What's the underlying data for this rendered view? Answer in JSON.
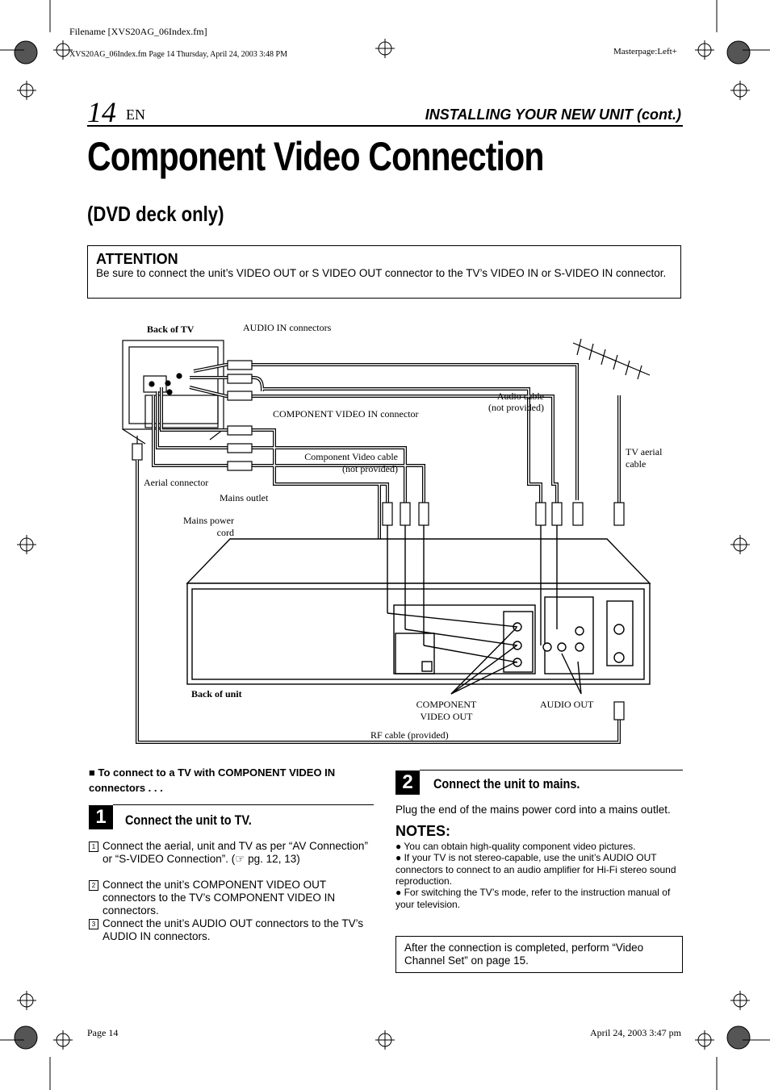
{
  "header": {
    "filename": "Filename [XVS20AG_06Index.fm]",
    "file_info": "XVS20AG_06Index.fm  Page 14  Thursday, April 24, 2003  3:48 PM",
    "masterpage": "Masterpage:Left+",
    "page_number": "14",
    "lang": "EN",
    "section": "INSTALLING YOUR NEW UNIT (cont.)"
  },
  "title": "Component Video Connection",
  "subtitle": "(DVD deck only)",
  "attention": {
    "title": "ATTENTION",
    "text": "Be sure to connect the unit’s VIDEO OUT or S VIDEO OUT connector to the TV’s VIDEO IN or S-VIDEO IN connector."
  },
  "diagram": {
    "back_of_tv": "Back of TV",
    "audio_in": "AUDIO IN connectors",
    "component_in": "COMPONENT VIDEO IN connector",
    "audio_cable": "Audio cable",
    "audio_cable_note": "(not provided)",
    "component_cable": "Component Video cable",
    "component_cable_note": "(not provided)",
    "tv_aerial": "TV aerial",
    "tv_aerial2": "cable",
    "aerial_connector": "Aerial connector",
    "mains_outlet": "Mains outlet",
    "mains_cord": "Mains power",
    "mains_cord2": "cord",
    "back_of_unit": "Back of unit",
    "component_out": "COMPONENT",
    "component_out2": "VIDEO OUT",
    "audio_out": "AUDIO OUT",
    "rf_cable": "RF cable (provided)"
  },
  "instructions": {
    "bullet_head": "To connect to a TV with COMPONENT VIDEO IN connectors . . .",
    "step1_num": "1",
    "step1_title": "Connect the unit to TV.",
    "step1_items": [
      {
        "n": "1",
        "text": "Connect the aerial, unit and TV as per “AV Connection” or “S-VIDEO Connection”. (☞ pg. 12, 13)"
      },
      {
        "n": "2",
        "text": "Connect the unit’s COMPONENT VIDEO OUT connectors to the TV’s COMPONENT VIDEO IN connectors."
      },
      {
        "n": "3",
        "text": "Connect the unit’s AUDIO OUT connectors to the TV’s AUDIO IN connectors."
      }
    ],
    "step2_num": "2",
    "step2_title": "Connect the unit to mains.",
    "step2_text": "Plug the end of the mains power cord into a mains outlet."
  },
  "notes": {
    "title": "NOTES:",
    "items": [
      "You can obtain high-quality component video pictures.",
      "If your TV is not stereo-capable, use the unit’s AUDIO OUT connectors to connect to an audio amplifier for Hi-Fi stereo sound reproduction.",
      "For switching the TV’s mode, refer to the instruction manual of your television."
    ]
  },
  "after_box": "After the connection is completed, perform “Video Channel Set” on page 15.",
  "footer": {
    "left": "Page 14",
    "right": "April 24, 2003 3:47 pm"
  }
}
